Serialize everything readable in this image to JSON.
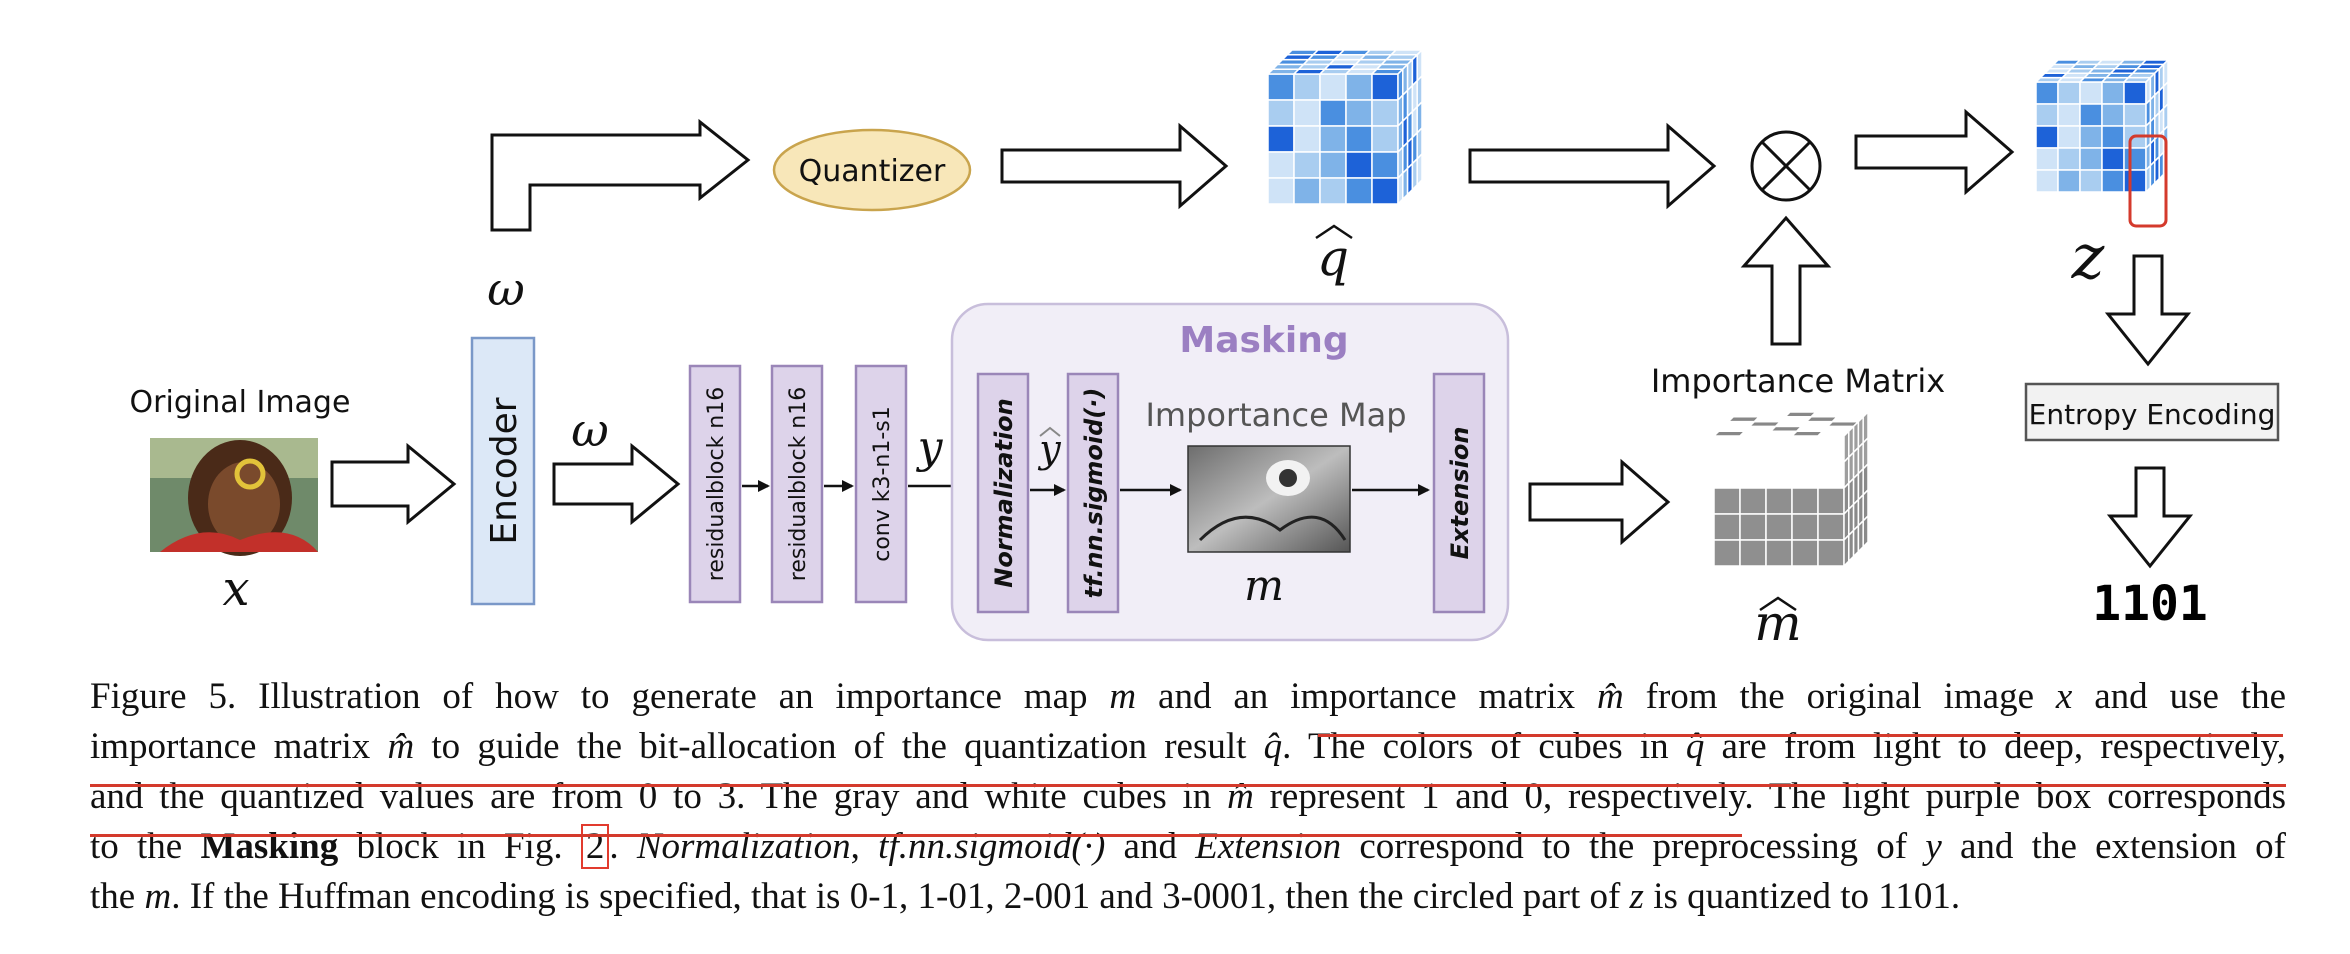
{
  "diagram": {
    "original_image_label": "Original Image",
    "x_symbol": "x",
    "omega_symbol": "ω",
    "encoder_label": "Encoder",
    "quantizer_label": "Quantizer",
    "q_hat_symbol": "q",
    "resblock1_label": "residualblock n16",
    "resblock2_label": "residualblock n16",
    "conv_label": "conv k3-n1-s1",
    "y_symbol": "y",
    "masking_title": "Masking",
    "normalization_label": "Normalization",
    "y_hat_symbol": "y",
    "sigmoid_label": "tf.nn.sigmoid(·)",
    "importance_map_label": "Importance Map",
    "m_symbol": "m",
    "extension_label": "Extension",
    "importance_matrix_label": "Importance Matrix",
    "m_hat_symbol": "m",
    "otimes_symbol": "⊗",
    "z_symbol": "z",
    "entropy_label": "Entropy Encoding",
    "output_bits": "1101"
  },
  "caption": {
    "l1_a": "Figure 5. Illustration of how to generate an importance map ",
    "l1_m": "m",
    "l1_b": " and an importance matrix ",
    "l1_mhat": "m̂",
    "l1_c": " from the original image ",
    "l1_x": "x",
    "l1_d": " and use the",
    "l2_a": "importance matrix ",
    "l2_mhat": "m̂",
    "l2_b": " to guide the bit-allocation of the quantization result ",
    "l2_qhat": "q̂",
    "l2_c": ". The colors of cubes in ",
    "l2_qhat2": "q̂",
    "l2_d": " are from light to deep, respectively,",
    "l3_a": "and the quantized values are from 0 to 3. The gray and white cubes in ",
    "l3_mhat": "m̂",
    "l3_b": " represent 1 and 0, respectively. The light purple box corresponds",
    "l4_a": "to the ",
    "l4_bold": "Masking",
    "l4_b": " block in Fig. ",
    "l4_ref": "2",
    "l4_c": ". ",
    "l4_norm": "Normalization",
    "l4_d": ", ",
    "l4_sig": "tf.nn.sigmoid(·)",
    "l4_e": " and ",
    "l4_ext": "Extension",
    "l4_f": " correspond to the preprocessing of ",
    "l4_y": "y",
    "l4_g": " and the extension of",
    "l5_a": "the ",
    "l5_m": "m",
    "l5_b": ". If the Huffman encoding is specified, that is 0-1, 1-01, 2-001 and 3-0001, then the circled part of ",
    "l5_z": "z",
    "l5_c": " is quantized to 1101."
  },
  "colors": {
    "q_cube_shades": [
      "#cfe3f7",
      "#a9cdf0",
      "#7fb3e8",
      "#4a8fe0",
      "#1d62d8"
    ],
    "mask_box_fill": "#f1eef7",
    "mask_box_stroke": "#c8bedb",
    "masking_title": "#9b7fc2",
    "purple_block_fill": "#ddd3ea",
    "purple_block_stroke": "#9a86b8",
    "encoder_fill": "#dce8f7",
    "encoder_stroke": "#7a98c8",
    "quantizer_fill": "#f8e7b9",
    "quantizer_stroke": "#c9a44d",
    "highlight_red": "#d43a2c"
  }
}
